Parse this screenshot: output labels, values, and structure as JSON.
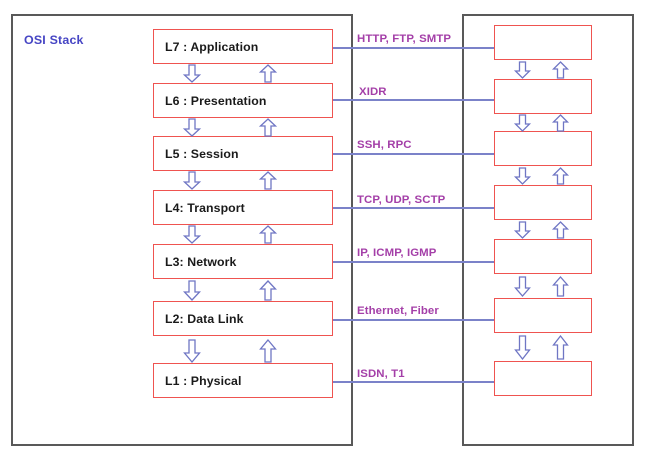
{
  "diagram": {
    "title": "OSI Stack",
    "title_color": "#4645c4",
    "layer_box_color": "#ef5350",
    "arrow_color": "#6f76c4",
    "connector_color": "#7b82c9",
    "protocol_label_color": "#a43fa8",
    "outer_border_color": "#595959"
  },
  "left_stack": {
    "name": "OSI Stack",
    "layers": [
      {
        "label": "L7 : Application"
      },
      {
        "label": "L6 : Presentation"
      },
      {
        "label": "L5 : Session"
      },
      {
        "label": "L4: Transport"
      },
      {
        "label": "L3: Network"
      },
      {
        "label": "L2: Data Link"
      },
      {
        "label": "L1 : Physical"
      }
    ]
  },
  "protocols": [
    {
      "label": "HTTP, FTP, SMTP"
    },
    {
      "label": "XIDR"
    },
    {
      "label": "SSH, RPC"
    },
    {
      "label": "TCP, UDP, SCTP"
    },
    {
      "label": "IP, ICMP, IGMP"
    },
    {
      "label": "Ethernet, Fiber"
    },
    {
      "label": "ISDN, T1"
    }
  ],
  "right_stack": {
    "layers": [
      {
        "label": ""
      },
      {
        "label": ""
      },
      {
        "label": ""
      },
      {
        "label": ""
      },
      {
        "label": ""
      },
      {
        "label": ""
      },
      {
        "label": ""
      }
    ]
  },
  "arrows": {
    "down_icon": "arrow-down-block",
    "up_icon": "arrow-up-block"
  }
}
